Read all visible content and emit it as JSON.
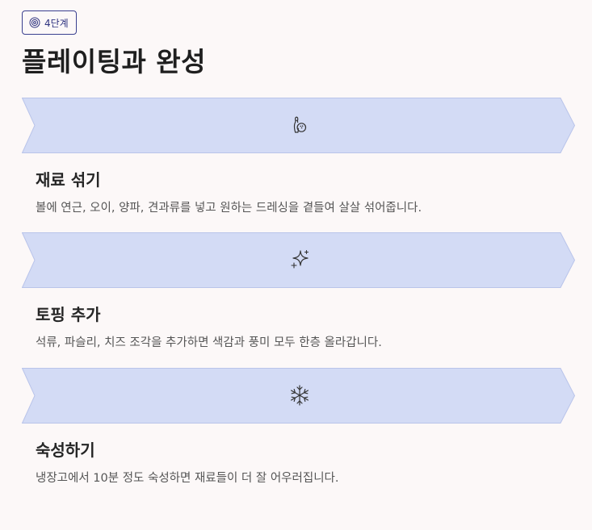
{
  "badge": {
    "icon": "target-icon",
    "label": "4단계"
  },
  "title": "플레이팅과 완성",
  "steps": [
    {
      "icon": "bowling-icon",
      "title": "재료 섞기",
      "description": "볼에 연근, 오이, 양파, 견과류를 넣고 원하는 드레싱을 곁들여 살살 섞어줍니다."
    },
    {
      "icon": "sparkle-icon",
      "title": "토핑 추가",
      "description": "석류, 파슬리, 치즈 조각을 추가하면 색감과 풍미 모두 한층 올라갑니다."
    },
    {
      "icon": "snowflake-icon",
      "title": "숙성하기",
      "description": "냉장고에서 10분 정도 숙성하면 재료들이 더 잘 어우러집니다."
    }
  ],
  "colors": {
    "background": "#fcf8f8",
    "chevron_fill": "#d3dbf5",
    "chevron_stroke": "#b9c4ea",
    "accent": "#3a3f8f"
  }
}
